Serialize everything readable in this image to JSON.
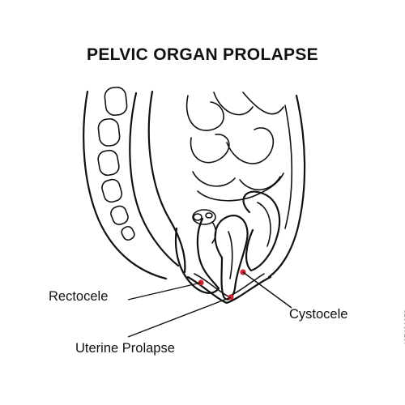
{
  "diagram": {
    "title": "PELVIC ORGAN PROLAPSE",
    "labels": {
      "rectocele": "Rectocele",
      "cystocele": "Cystocele",
      "uterine_prolapse": "Uterine Prolapse"
    },
    "marker_color": "#d8222f",
    "stock_id": "427486058"
  }
}
